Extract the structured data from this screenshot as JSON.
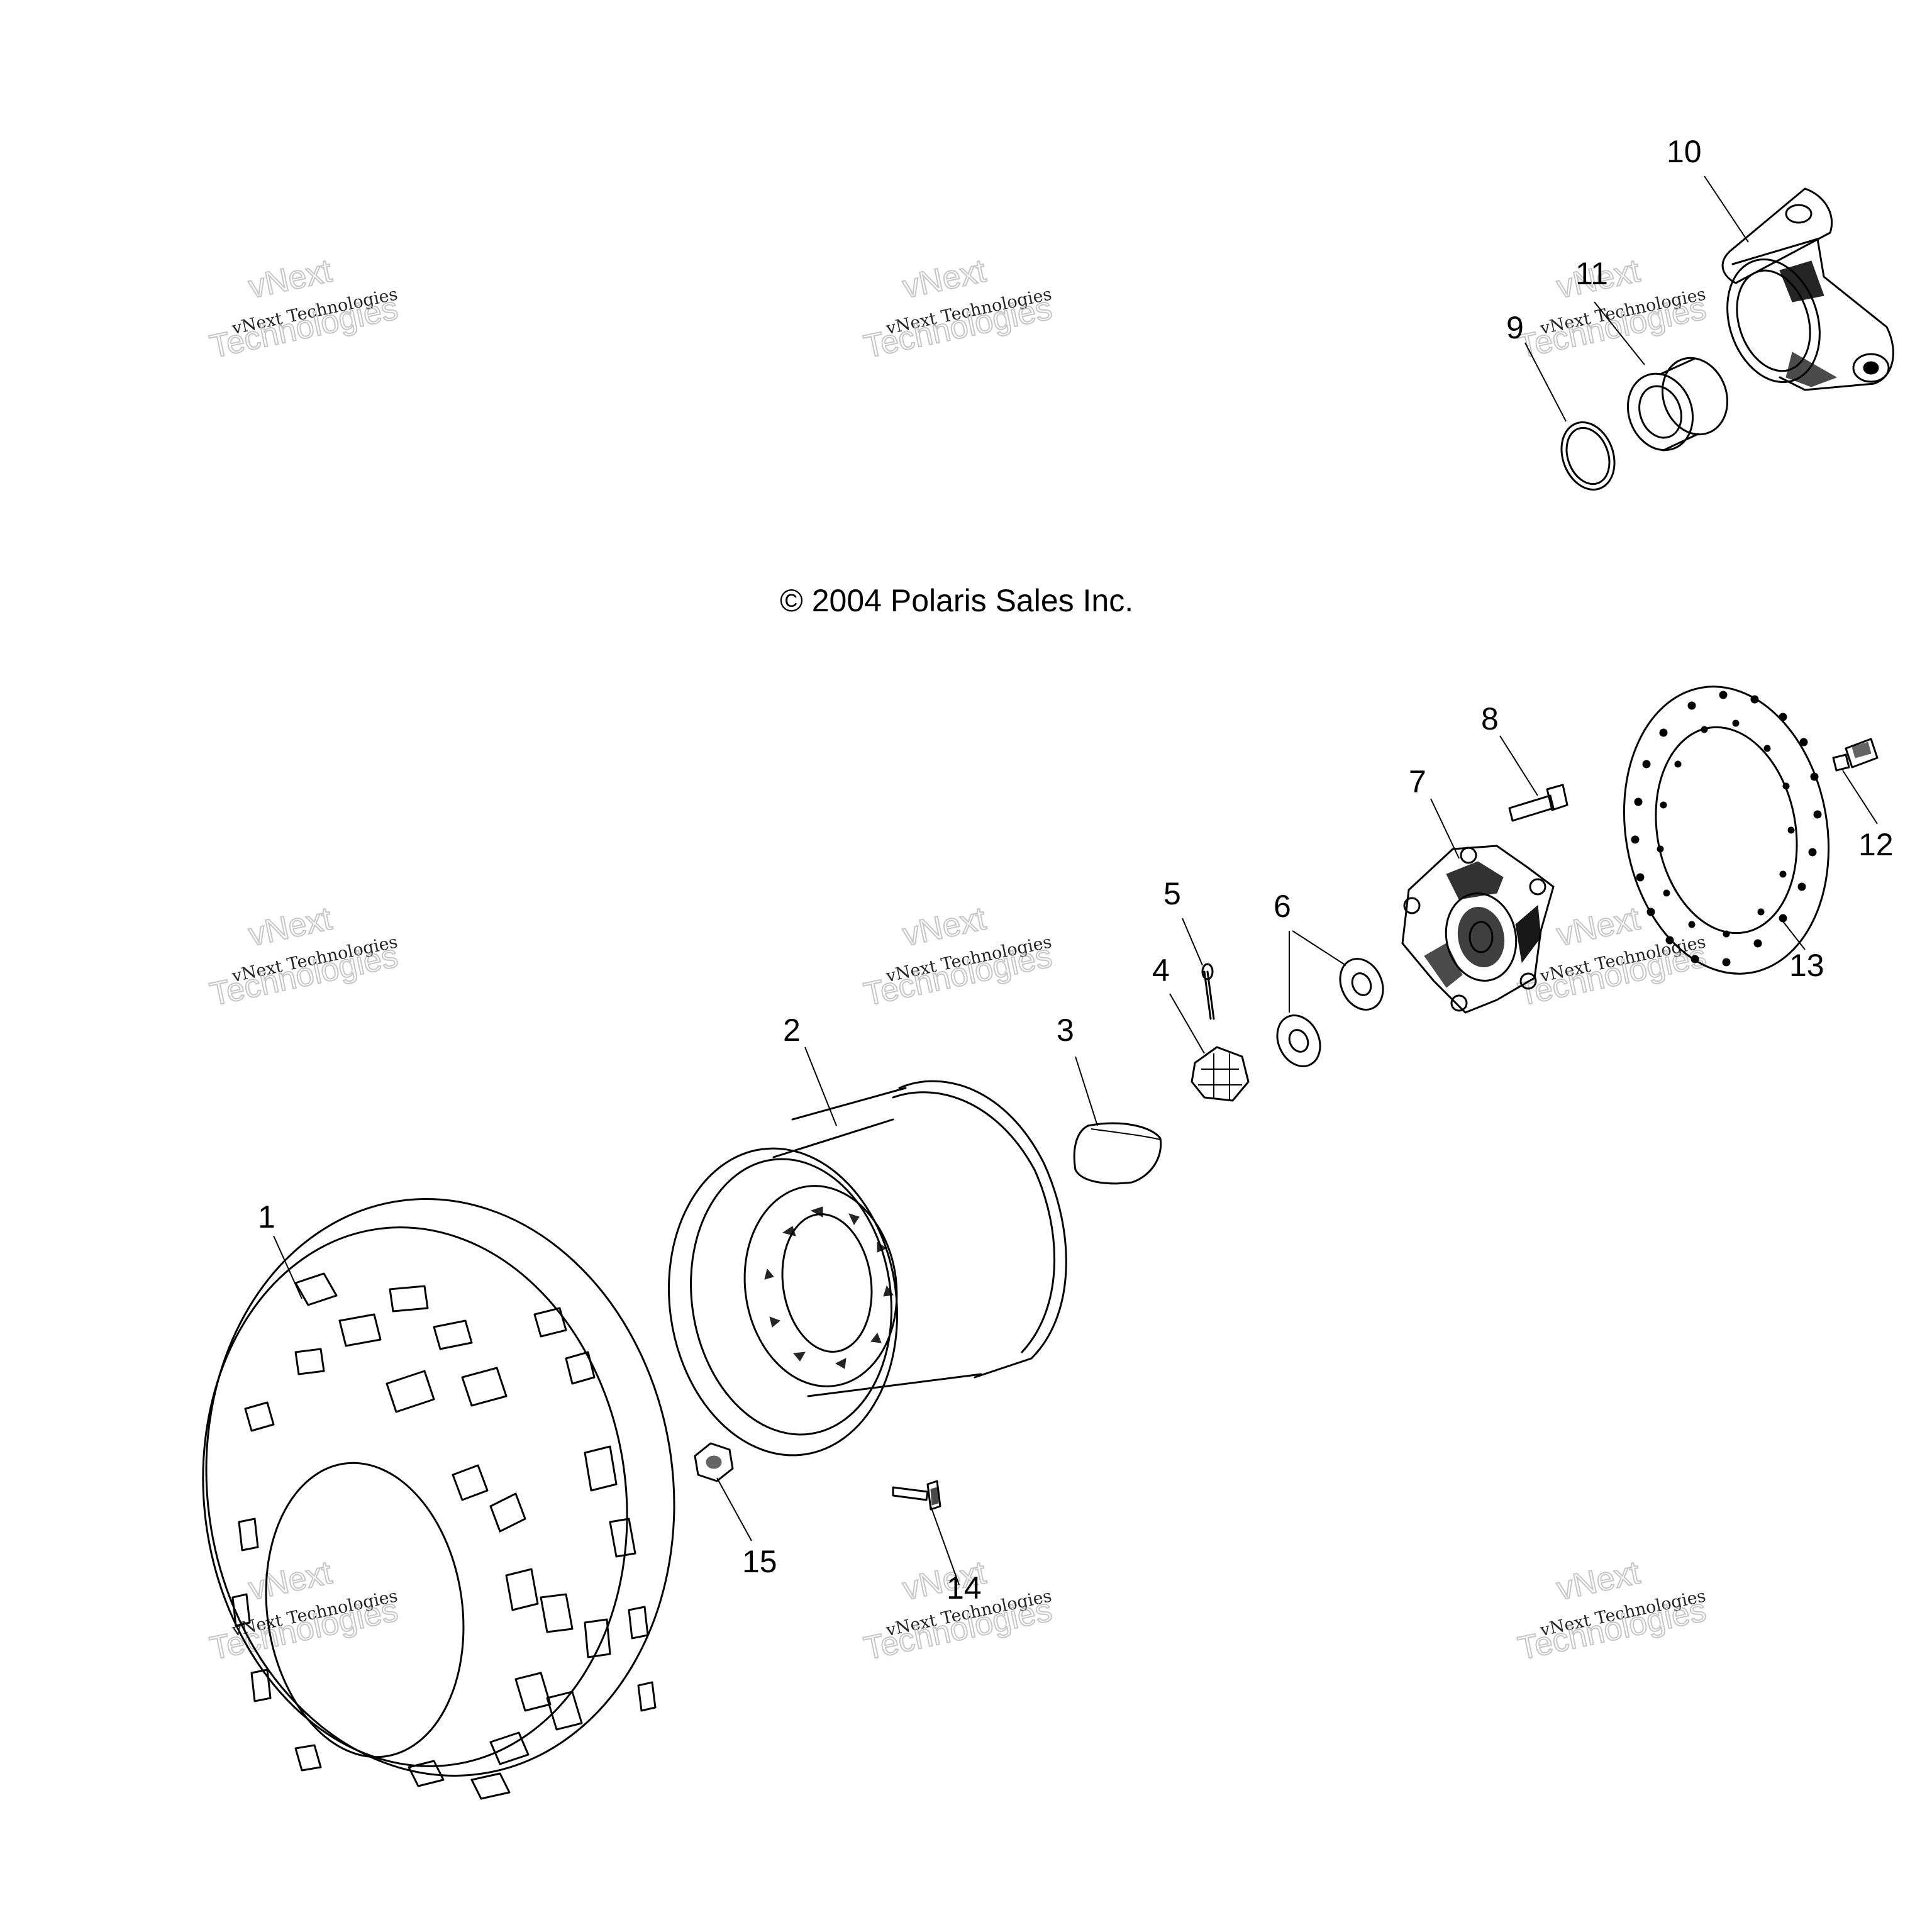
{
  "copyright": "© 2004 Polaris Sales Inc.",
  "watermark": {
    "line1": "vNext",
    "line2": "vNext Technologies",
    "line3": "Technologies"
  },
  "callouts": [
    {
      "id": "1",
      "label": "1"
    },
    {
      "id": "2",
      "label": "2"
    },
    {
      "id": "3",
      "label": "3"
    },
    {
      "id": "4",
      "label": "4"
    },
    {
      "id": "5",
      "label": "5"
    },
    {
      "id": "6",
      "label": "6"
    },
    {
      "id": "7",
      "label": "7"
    },
    {
      "id": "8",
      "label": "8"
    },
    {
      "id": "9",
      "label": "9"
    },
    {
      "id": "10",
      "label": "10"
    },
    {
      "id": "11",
      "label": "11"
    },
    {
      "id": "12",
      "label": "12"
    },
    {
      "id": "13",
      "label": "13"
    },
    {
      "id": "14",
      "label": "14"
    },
    {
      "id": "15",
      "label": "15"
    }
  ]
}
